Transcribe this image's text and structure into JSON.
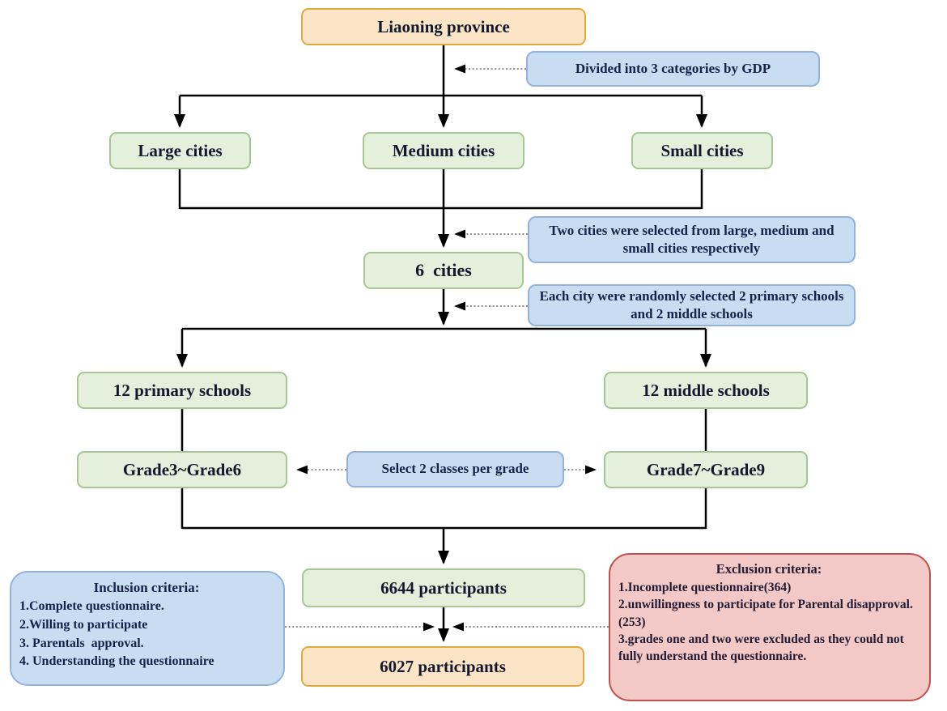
{
  "nodes": {
    "province": "Liaoning province",
    "large_cities": "Large cities",
    "medium_cities": "Medium cities",
    "small_cities": "Small cities",
    "six_cities": "6  cities",
    "primary_schools": "12 primary schools",
    "middle_schools": "12 middle schools",
    "grades_primary": "Grade3~Grade6",
    "grades_middle": "Grade7~Grade9",
    "participants_initial": "6644 participants",
    "participants_final": "6027 participants"
  },
  "notes": {
    "gdp": "Divided into 3 categories by GDP",
    "city_selection": "Two cities were selected from large, medium and small cities respectively",
    "school_selection": "Each city were randomly selected 2 primary schools and 2 middle schools",
    "class_selection": "Select 2 classes per grade"
  },
  "inclusion": {
    "title": "Inclusion criteria:",
    "items": [
      "1.Complete questionnaire.",
      "2.Willing to participate",
      "3. Parentals  approval.",
      "4. Understanding the questionnaire"
    ]
  },
  "exclusion": {
    "title": "Exclusion criteria:",
    "items": [
      "1.Incomplete questionnaire(364)",
      "2.unwillingness to participate for Parental disapproval.(253)",
      "3.grades one and two were excluded as they could not fully understand the questionnaire."
    ]
  },
  "colors": {
    "orange_fill": "#fce5c6",
    "orange_border": "#e2a93e",
    "green_fill": "#e4f0dc",
    "green_border": "#a6c693",
    "blue_fill": "#c8dcf2",
    "blue_border": "#94b3db",
    "pink_fill": "#f2c9c6",
    "pink_border": "#c0504d",
    "line": "#000000",
    "dotted_line": "#6b6b6b"
  }
}
